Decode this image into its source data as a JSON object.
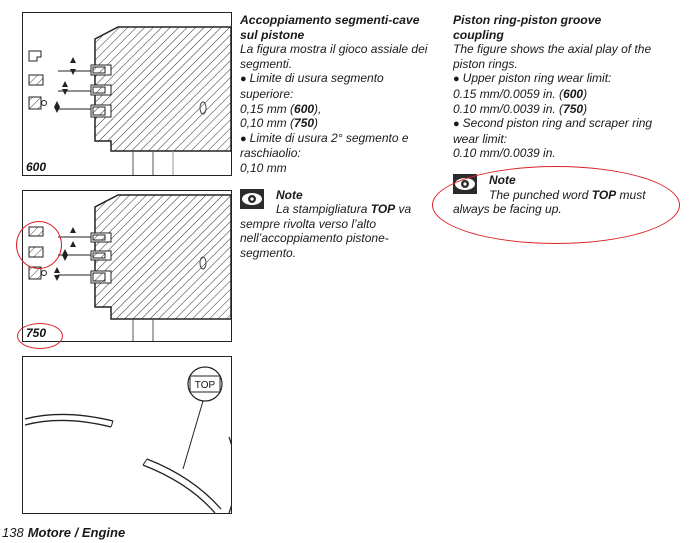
{
  "figures": {
    "fig1_label": "600",
    "fig2_label": "750",
    "fig3_badge": "TOP"
  },
  "italian": {
    "title": "Accoppiamento segmenti-cave sul pistone",
    "intro": "La figura mostra il gioco assiale dei segmenti.",
    "item1_label": "Limite di usura segmento superiore:",
    "item1_value1": "0,15 mm (600),",
    "item1_value2": "0,10 mm (750)",
    "item2_label": "Limite di usura 2° segmento e raschiaolio:",
    "item2_value": "0,10 mm",
    "note_title": "Note",
    "note_text_1": "La stampigliatura TOP va",
    "note_text_2": "sempre rivolta verso l’alto nell’accoppiamento pistone-segmento."
  },
  "english": {
    "title": "Piston ring-piston groove coupling",
    "intro": "The figure shows the axial play of the piston rings.",
    "item1_label": "Upper piston ring wear limit:",
    "item1_value1": "0.15 mm/0.0059 in. (600)",
    "item1_value2": "0.10 mm/0.0039 in. (750)",
    "item2_label": "Second piston ring and scraper ring wear limit:",
    "item2_value": "0.10 mm/0.0039 in.",
    "note_title": "Note",
    "note_text_1": "The punched word TOP must",
    "note_text_2": "always be facing up."
  },
  "footer": {
    "page_number": "138",
    "title": "Motore / Engine"
  },
  "colors": {
    "annotation_red": "#d92027"
  }
}
